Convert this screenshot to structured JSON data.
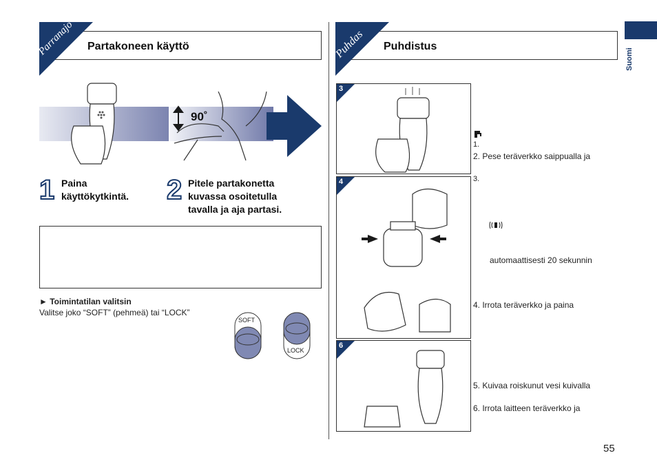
{
  "left": {
    "tab_label": "Parranajo",
    "title": "Partakoneen käyttö",
    "angle_label": "90˚",
    "steps": [
      {
        "num": "1",
        "text_lines": [
          "Paina",
          "käyttökytkintä."
        ]
      },
      {
        "num": "2",
        "text_lines": [
          "Pitele partakonetta",
          "kuvassa osoitetulla",
          "tavalla ja aja partasi."
        ]
      }
    ],
    "selector_heading": "► Toimintatilan valitsin",
    "selector_text": "Valitse joko “SOFT” (pehmeä) tai “LOCK”",
    "switch_soft_label": "SOFT",
    "switch_lock_label": "LOCK"
  },
  "right": {
    "tab_label": "Puhdas",
    "title": "Puhdistus",
    "panel_numbers": [
      "3",
      "4",
      "6"
    ],
    "lines": {
      "l1": "1.",
      "l2": "2. Pese teräverkko saippualla ja",
      "l3": "3.",
      "l4": "automaattisesti 20 sekunnin",
      "l5": "4. Irrota teräverkko ja paina",
      "l6": "5. Kuivaa roiskunut vesi kuivalla",
      "l7": "6. Irrota laitteen teräverkko ja"
    }
  },
  "side_tab": "Suomi",
  "page_number": "55",
  "colors": {
    "navy": "#1a3a6c",
    "switch_blue": "#8089b3",
    "gradient_light": "#e4e6f0"
  }
}
